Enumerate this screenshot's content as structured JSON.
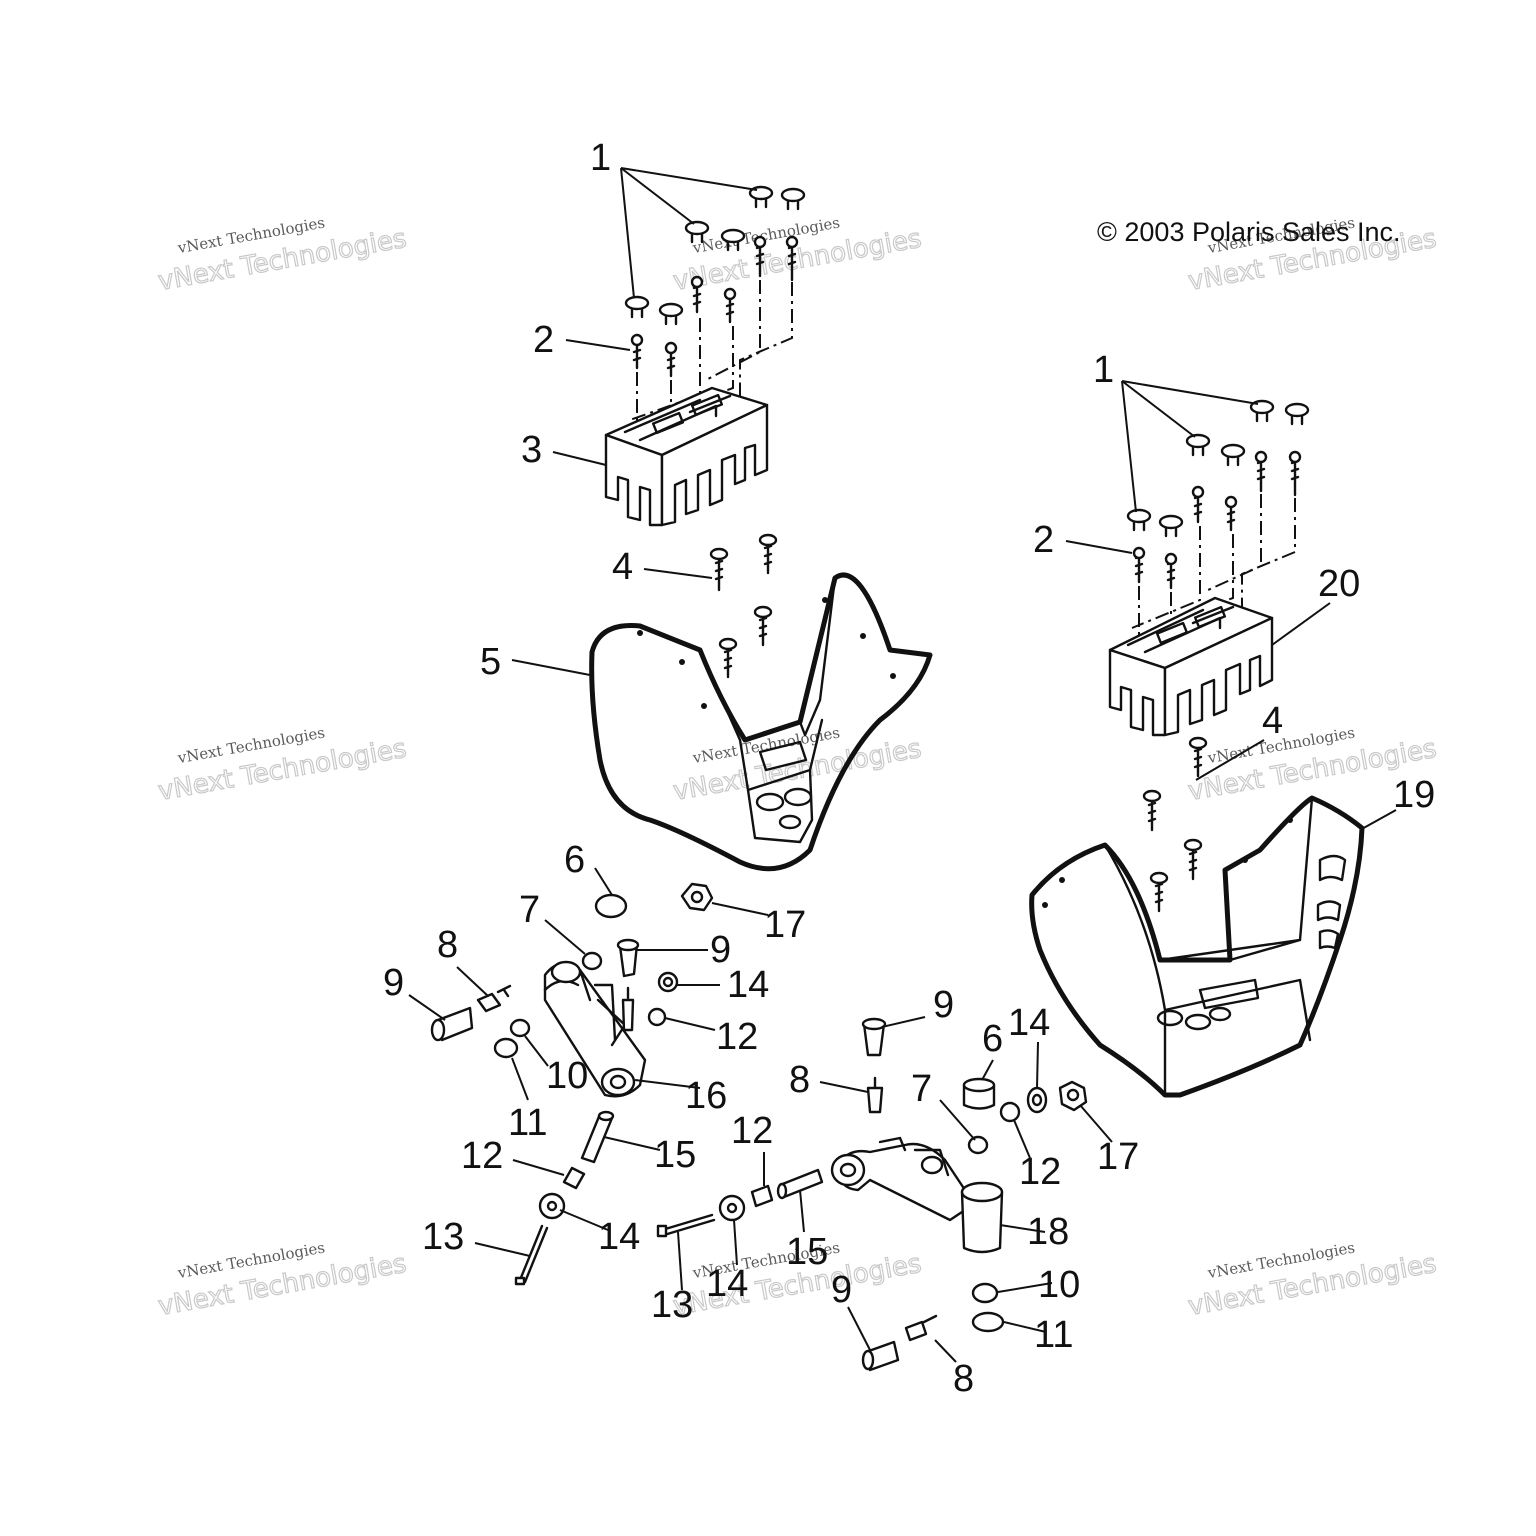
{
  "copyright": "© 2003 Polaris Sales Inc.",
  "watermark": {
    "title": "vNext Technologies",
    "subtitle": "vNext Technologies"
  },
  "callouts": [
    {
      "id": "c1a",
      "label": "1"
    },
    {
      "id": "c2a",
      "label": "2"
    },
    {
      "id": "c3",
      "label": "3"
    },
    {
      "id": "c4a",
      "label": "4"
    },
    {
      "id": "c5",
      "label": "5"
    },
    {
      "id": "c1b",
      "label": "1"
    },
    {
      "id": "c2b",
      "label": "2"
    },
    {
      "id": "c20",
      "label": "20"
    },
    {
      "id": "c4b",
      "label": "4"
    },
    {
      "id": "c19",
      "label": "19"
    },
    {
      "id": "c6a",
      "label": "6"
    },
    {
      "id": "c17a",
      "label": "17"
    },
    {
      "id": "c7a",
      "label": "7"
    },
    {
      "id": "c9a",
      "label": "9"
    },
    {
      "id": "c8a",
      "label": "8"
    },
    {
      "id": "c9b",
      "label": "9"
    },
    {
      "id": "c14a",
      "label": "14"
    },
    {
      "id": "c12a",
      "label": "12"
    },
    {
      "id": "c10a",
      "label": "10"
    },
    {
      "id": "c11a",
      "label": "11"
    },
    {
      "id": "c16",
      "label": "16"
    },
    {
      "id": "c15a",
      "label": "15"
    },
    {
      "id": "c12b",
      "label": "12"
    },
    {
      "id": "c13a",
      "label": "13"
    },
    {
      "id": "c14b",
      "label": "14"
    },
    {
      "id": "c9c",
      "label": "9"
    },
    {
      "id": "c6b",
      "label": "6"
    },
    {
      "id": "c14c",
      "label": "14"
    },
    {
      "id": "c8b",
      "label": "8"
    },
    {
      "id": "c7b",
      "label": "7"
    },
    {
      "id": "c12c",
      "label": "12"
    },
    {
      "id": "c17b",
      "label": "17"
    },
    {
      "id": "c12d",
      "label": "12"
    },
    {
      "id": "c15b",
      "label": "15"
    },
    {
      "id": "c18",
      "label": "18"
    },
    {
      "id": "c13b",
      "label": "13"
    },
    {
      "id": "c14d",
      "label": "14"
    },
    {
      "id": "c9d",
      "label": "9"
    },
    {
      "id": "c10b",
      "label": "10"
    },
    {
      "id": "c11b",
      "label": "11"
    },
    {
      "id": "c8c",
      "label": "8"
    }
  ]
}
